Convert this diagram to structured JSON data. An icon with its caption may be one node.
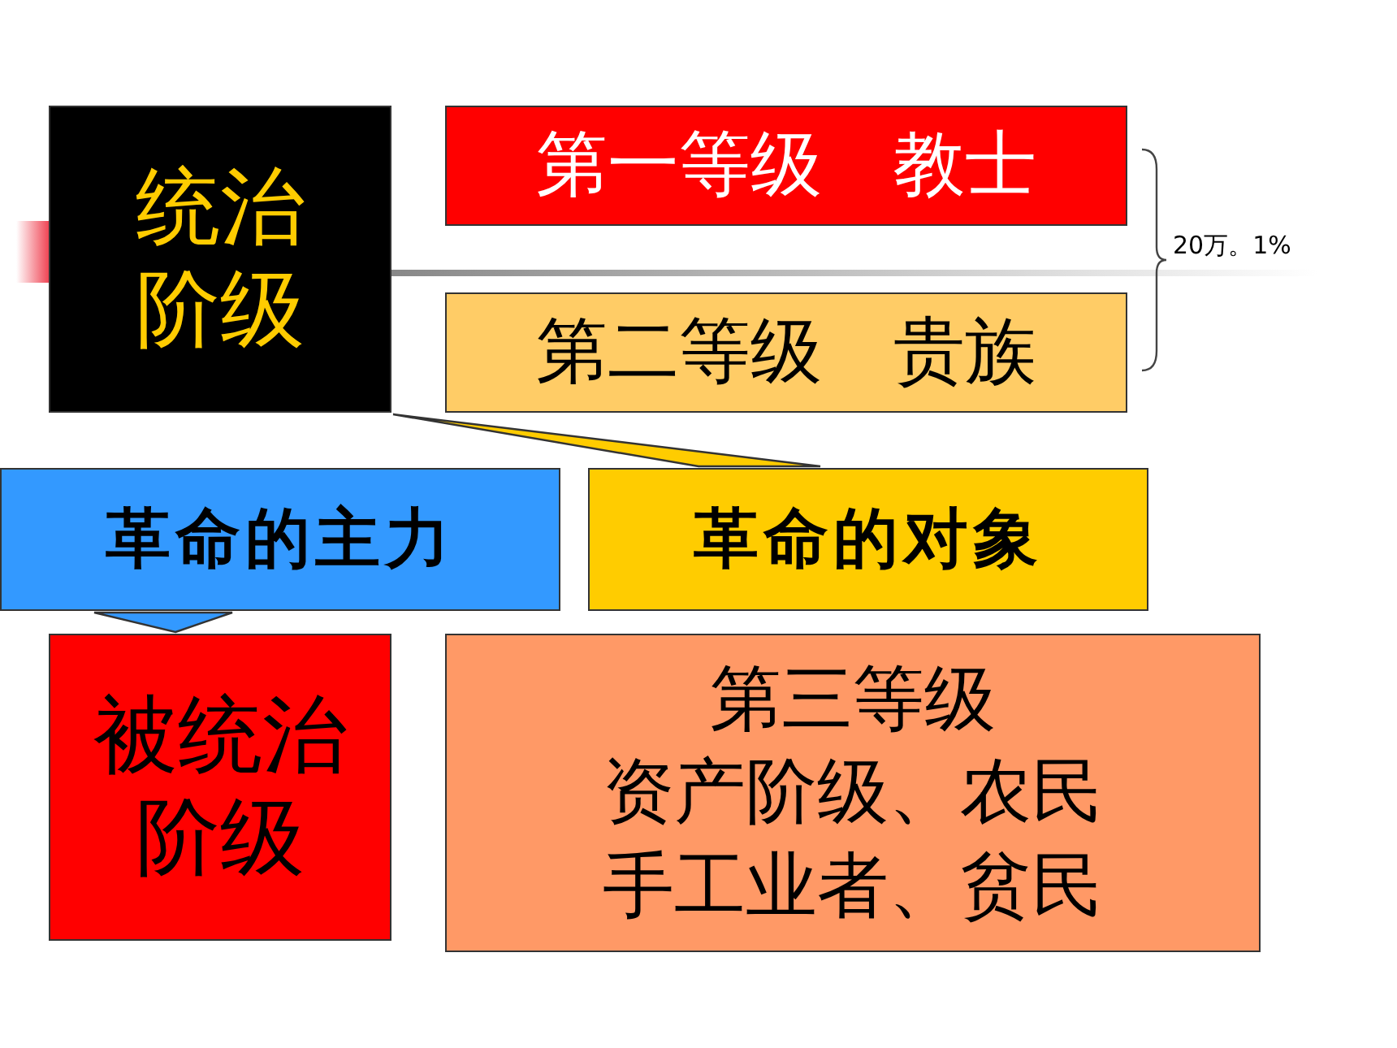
{
  "diagram": {
    "nodes": [
      {
        "text": [
          "统治阶级"
        ]
      },
      {
        "text": [
          "第一等级　教士"
        ]
      },
      {
        "text": [
          "第二等级　贵族"
        ]
      },
      {
        "text": [
          "革命的主力"
        ]
      },
      {
        "text": [
          "革命的对象"
        ]
      },
      {
        "text": [
          "被统治阶级"
        ]
      },
      {
        "text": [
          "第三等级",
          "资产阶级、农民手工业者、贫民"
        ]
      }
    ],
    "edges": [
      {
        "from": 4,
        "to": 0,
        "arrow": "none"
      },
      {
        "from": 3,
        "to": 5,
        "arrow": "none"
      }
    ],
    "labels": [
      "20万。1%"
    ]
  }
}
